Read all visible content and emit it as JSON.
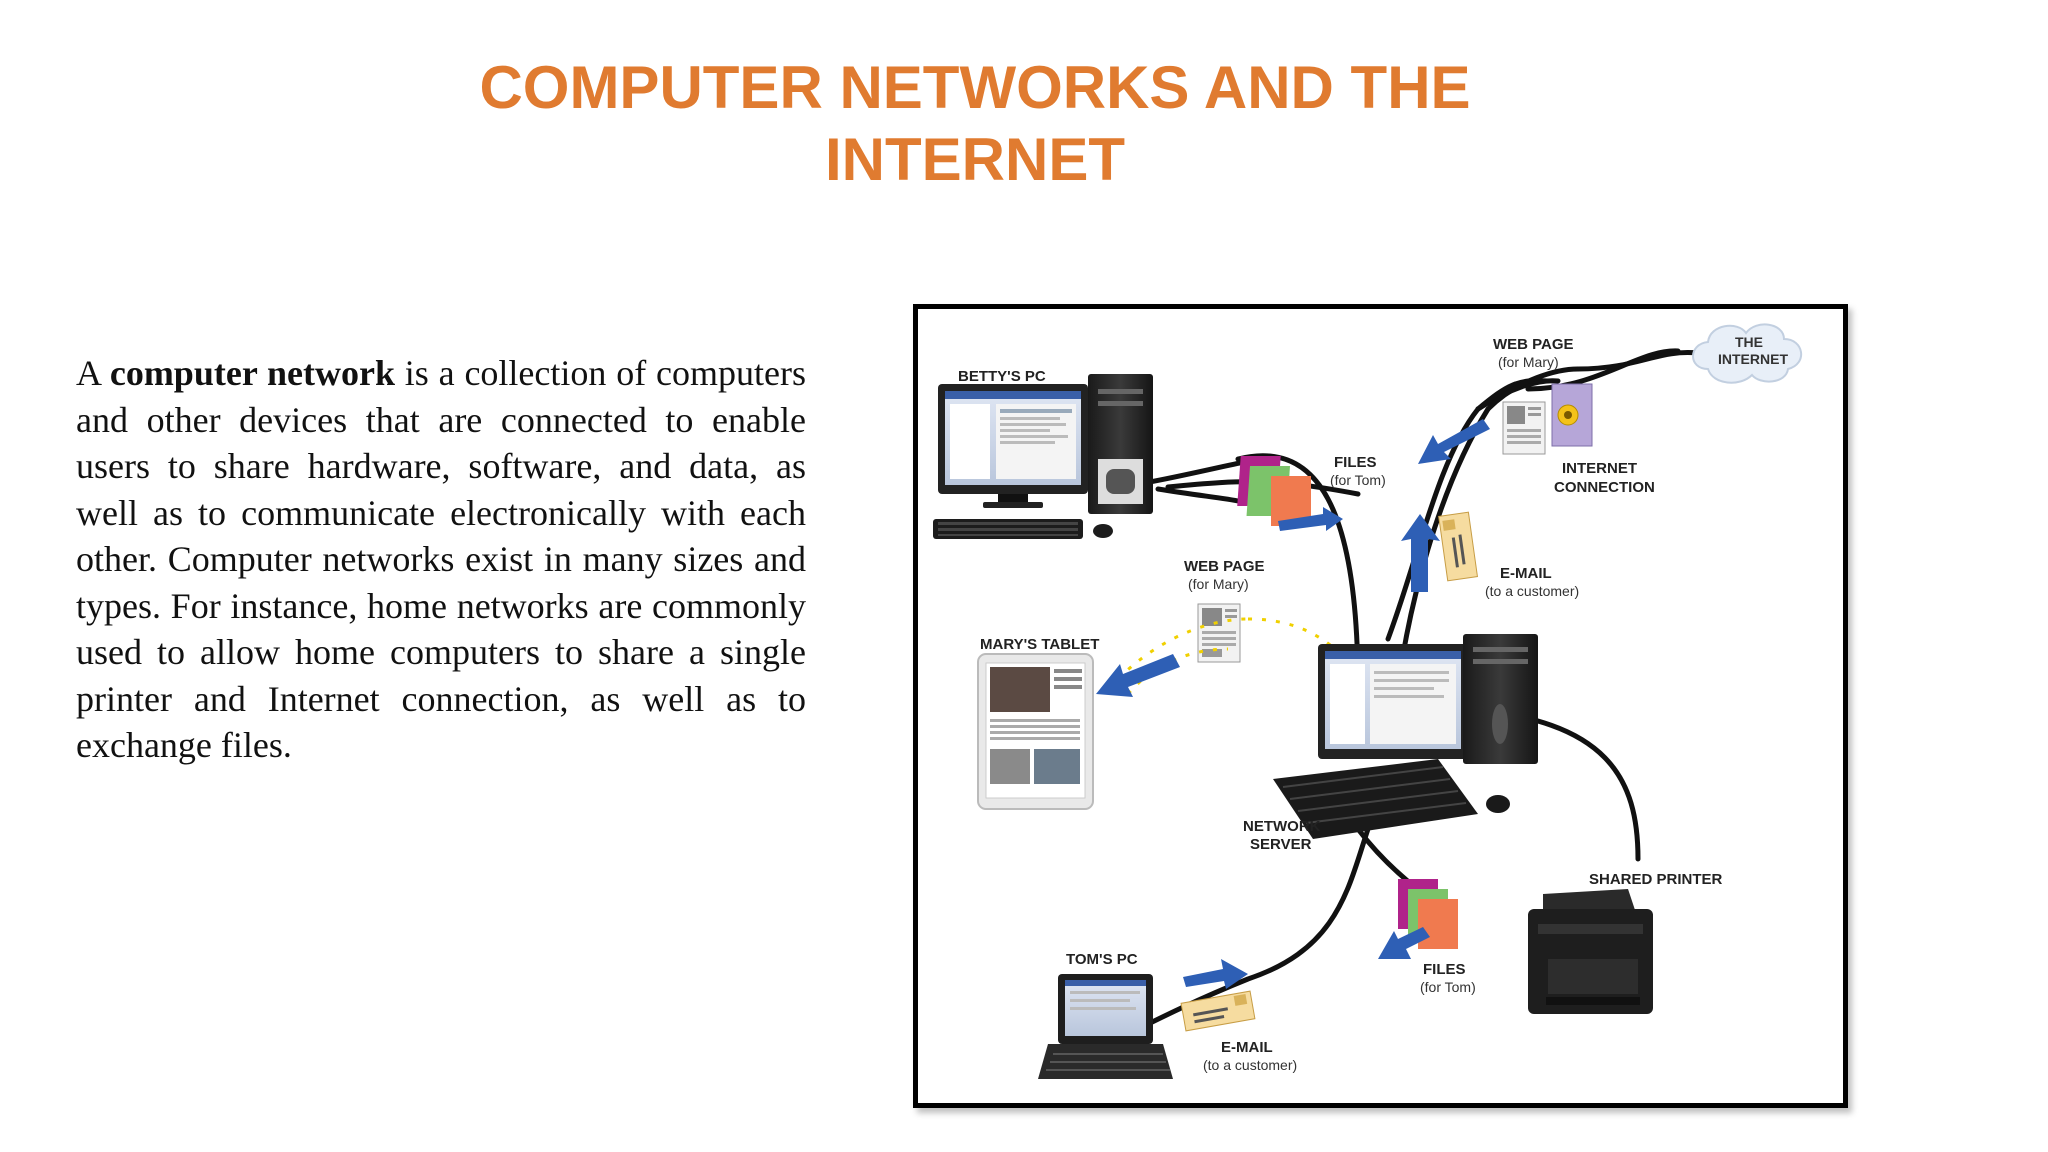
{
  "slide": {
    "title_line1": "COMPUTER NETWORKS AND THE",
    "title_line2": "INTERNET",
    "paragraph": {
      "part1": "A ",
      "bold": "computer network",
      "part2": " is a collection of computers and other devices that are connected to enable users to share hardware, software, and data, as well as to communicate electronically with each other. Computer networks exist in many sizes and types. For instance, home networks are commonly used to allow home computers to share a single printer and Internet connection, as well as to exchange files."
    }
  },
  "diagram": {
    "labels": {
      "bettys_pc": "BETTY'S PC",
      "web_page_top": "WEB PAGE",
      "web_page_top_sub": "(for Mary)",
      "the_internet_1": "THE",
      "the_internet_2": "INTERNET",
      "internet_connection_1": "INTERNET",
      "internet_connection_2": "CONNECTION",
      "files_top": "FILES",
      "files_top_sub": "(for Tom)",
      "email_top": "E-MAIL",
      "email_top_sub": "(to a customer)",
      "web_page_mid": "WEB PAGE",
      "web_page_mid_sub": "(for Mary)",
      "marys_tablet": "MARY'S TABLET",
      "network_server_1": "NETWORK",
      "network_server_2": "SERVER",
      "shared_printer": "SHARED PRINTER",
      "toms_pc": "TOM'S PC",
      "files_bottom": "FILES",
      "files_bottom_sub": "(for Tom)",
      "email_bottom": "E-MAIL",
      "email_bottom_sub": "(to a customer)"
    },
    "colors": {
      "title": "#E07B30",
      "arrow": "#2E5FB5",
      "cable": "#111111"
    }
  }
}
